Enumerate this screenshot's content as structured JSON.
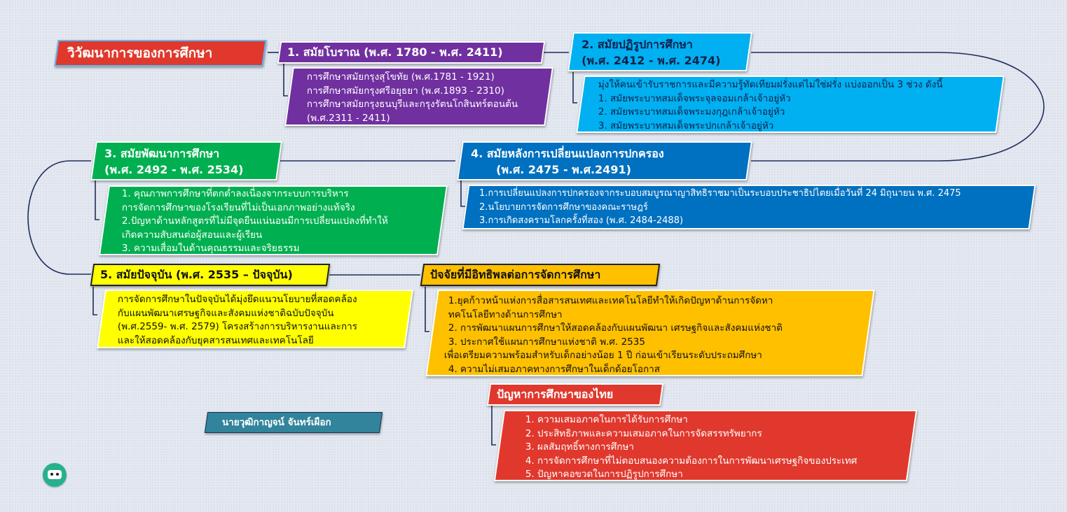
{
  "title": "วิวัฒนาการของการศึกษา",
  "era1": {
    "heading": "1. สมัยโบราณ  (พ.ศ. 1780 - พ.ศ. 2411)",
    "items": [
      "การศึกษาสมัยกรุงสุโขทัย (พ.ศ.1781 - 1921)",
      "การศึกษาสมัยกรุงศรีอยุธยา (พ.ศ.1893 - 2310)",
      "การศึกษาสมัยกรุงธนบุรีและกรุงรัตนโกสินทร์ตอนต้น",
      "(พ.ศ.2311 - 2411)"
    ]
  },
  "era2": {
    "heading_line1": "2. สมัยปฏิรูปการศึกษา",
    "heading_line2": "(พ.ศ. 2412 - พ.ศ. 2474)",
    "items": [
      "มุ่งให้คนเข้ารับราชการและมีความรู้ทัดเทียมฝรั่งแต่ไม่ใช่ฝรั่ง   แบ่งออกเป็น 3 ช่วง ดังนี้",
      "1. สมัยพระบาทสมเด็จพระจุลจอมเกล้าเจ้าอยู่หัว",
      "2. สมัยพระบาทสมเด็จพระมงกุฎเกล้าเจ้าอยู่หัว",
      "3. สมัยพระบาทสมเด็จพระปกเกล้าเจ้าอยู่หัว"
    ]
  },
  "era3": {
    "heading_line1": "3. สมัยพัฒนาการศึกษา",
    "heading_line2": "(พ.ศ. 2492 - พ.ศ. 2534)",
    "items": [
      "1. คุณภาพการศึกษาที่ตกต่ำลงเนื่องจากระบบการบริหาร",
      "การจัดการศึกษาของโรงเรียนที่ไม่เป็นเอกภาพอย่างแท้จริง",
      "2.ปัญหาด้านหลักสูตรที่ไม่มีจุดยืนแน่นอนมีการเปลี่ยนแปลงที่ทำให้",
      "เกิดความสับสนต่อผู้สอนและผู้เรียน",
      "3. ความเสื่อมในด้านคุณธรรมและจริยธรรม"
    ]
  },
  "era4": {
    "heading_line1": "4. สมัยหลังการเปลี่ยนแปลงการปกครอง",
    "heading_line2": "(พ.ศ. 2475 - พ.ศ.2491)",
    "items": [
      "1.การเปลี่ยนแปลงการปกครองจากระบอบสมบูรณาญาสิทธิราชมาเป็นระบอบประชาธิปไตยเมื่อวันที่ 24 มิถุนายน พ.ศ. 2475",
      "2.นโยบายการจัดการศึกษาของคณะราษฎร์",
      "3.การเกิดสงครามโลกครั้งที่สอง (พ.ศ. 2484-2488)"
    ]
  },
  "era5": {
    "heading": "5. สมัยปัจจุบัน (พ.ศ. 2535 – ปัจจุบัน)",
    "items": [
      "การจัดการศึกษาในปัจจุบันได้มุ่งยึดแนวนโยบายที่สอดคล้อง",
      "กับแผนพัฒนาเศรษฐกิจและสังคมแห่งชาติฉบับปัจจุบัน",
      "(พ.ศ.2559- พ.ศ. 2579) โครงสร้างการบริหารงานและการ",
      "และให้สอดคล้องกับยุคสารสนเทศและเทคโนโลยี"
    ]
  },
  "factors": {
    "heading": "ปัจจัยที่มีอิทธิพลต่อการจัดการศึกษา",
    "items": [
      "1.ยุคก้าวหน้าแห่งการสื่อสารสนเทศและเทคโนโลยีทำให้เกิดปัญหาด้านการจัดหา",
      "ทคโนโลยีทางด้านการศึกษา",
      "2. การพัฒนาแผนการศึกษาให้สอดคล้องกับแผนพัฒนา เศรษฐกิจและสังคมแห่งชาติ",
      "3. ประกาศใช้แผนการศึกษาแห่งชาติ พ.ศ. 2535",
      "เพื่อเตรียมความพร้อมสำหรับเด็กอย่างน้อย 1 ปี ก่อนเข้าเรียนระดับประถมศึกษา",
      "4. ความไม่เสมอภาคทางการศึกษาในเด็กด้อยโอกาส"
    ]
  },
  "problems": {
    "heading": "ปัญหาการศึกษาของไทย",
    "items": [
      "1. ความเสมอภาคในการได้รับการศึกษา",
      "2. ประสิทธิภาพและความเสมอภาคในการจัดสรรทรัพยากร",
      "3. ผลสัมฤทธิ์ทางการศึกษา",
      "4. การจัดการศึกษาที่ไม่ตอบสนองความต้องการในการพัฒนาเศรษฐกิจของประเทศ",
      "5. ปัญหาคอขวดในการปฏิรูปการศึกษา"
    ]
  },
  "author": "นายวุฒิกาญจน์ จันทร์เผือก",
  "colors": {
    "title": "#e0382d",
    "era1": "#7030a0",
    "era2": "#00b0f0",
    "era3": "#00b050",
    "era4": "#0070c0",
    "era5": "#ffff00",
    "factors": "#ffc000",
    "problems": "#e0382d",
    "author": "#31849b",
    "connector": "#1f2d5a"
  },
  "icons": [
    "robot-icon"
  ]
}
